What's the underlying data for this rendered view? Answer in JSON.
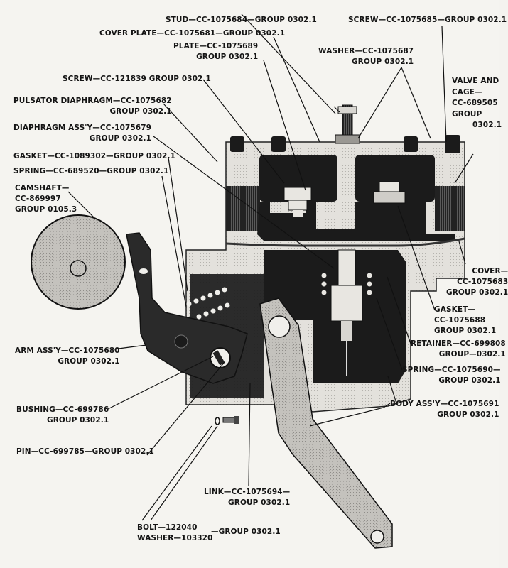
{
  "figure": {
    "subject": "Fuel pump / pulsator assembly cross-section parts diagram",
    "colors": {
      "ink": "#141414",
      "paper": "#f5f4f0",
      "gray_part": "#b9b7b2",
      "dark_part": "#1b1b1b"
    }
  },
  "callouts": [
    {
      "id": "stud",
      "lines": [
        "STUD—CC-1075684—GROUP 0302.1"
      ]
    },
    {
      "id": "cover-plate",
      "lines": [
        "COVER PLATE—CC-1075681—GROUP 0302.1"
      ]
    },
    {
      "id": "plate",
      "lines": [
        "PLATE—CC-1075689",
        "GROUP 0302.1"
      ]
    },
    {
      "id": "screw-top",
      "lines": [
        "SCREW—CC-1075685—GROUP 0302.1"
      ]
    },
    {
      "id": "washer-top",
      "lines": [
        "WASHER—CC-1075687",
        "GROUP 0302.1"
      ]
    },
    {
      "id": "screw-left",
      "lines": [
        "SCREW—CC-121839 GROUP 0302.1"
      ]
    },
    {
      "id": "valve-cage",
      "lines": [
        "VALVE AND",
        "CAGE—",
        "CC-689505",
        "GROUP",
        "0302.1"
      ]
    },
    {
      "id": "pulsator-diaphragm",
      "lines": [
        "PULSATOR DIAPHRAGM—CC-1075682",
        "GROUP 0302.1"
      ]
    },
    {
      "id": "diaphragm-assy",
      "lines": [
        "DIAPHRAGM ASS'Y—CC-1075679",
        "GROUP 0302.1"
      ]
    },
    {
      "id": "gasket-left",
      "lines": [
        "GASKET—CC-1089302—GROUP 0302.1"
      ]
    },
    {
      "id": "spring-left",
      "lines": [
        "SPRING—CC-689520—GROUP 0302.1"
      ]
    },
    {
      "id": "camshaft",
      "lines": [
        "CAMSHAFT—",
        "CC-869997",
        "GROUP 0105.3"
      ]
    },
    {
      "id": "cover-right",
      "lines": [
        "COVER—",
        "CC-1075683",
        "GROUP 0302.1"
      ]
    },
    {
      "id": "gasket-right",
      "lines": [
        "GASKET—",
        "CC-1075688",
        "GROUP 0302.1"
      ]
    },
    {
      "id": "retainer",
      "lines": [
        "RETAINER—CC-699808",
        "GROUP—0302.1"
      ]
    },
    {
      "id": "spring-right",
      "lines": [
        "SPRING—CC-1075690—",
        "GROUP 0302.1"
      ]
    },
    {
      "id": "arm-assy",
      "lines": [
        "ARM ASS'Y—CC-1075680",
        "GROUP 0302.1"
      ]
    },
    {
      "id": "body-assy",
      "lines": [
        "BODY ASS'Y—CC-1075691",
        "GROUP 0302.1"
      ]
    },
    {
      "id": "bushing",
      "lines": [
        "BUSHING—CC-699786",
        "GROUP 0302.1"
      ]
    },
    {
      "id": "pin",
      "lines": [
        "PIN—CC-699785—GROUP 0302.1"
      ]
    },
    {
      "id": "link",
      "lines": [
        "LINK—CC-1075694—",
        "GROUP 0302.1"
      ]
    },
    {
      "id": "bolt-washer",
      "lines": [
        "BOLT—122040",
        "WASHER—103320"
      ]
    },
    {
      "id": "bolt-washer-group",
      "lines": [
        "—GROUP 0302.1"
      ]
    }
  ]
}
